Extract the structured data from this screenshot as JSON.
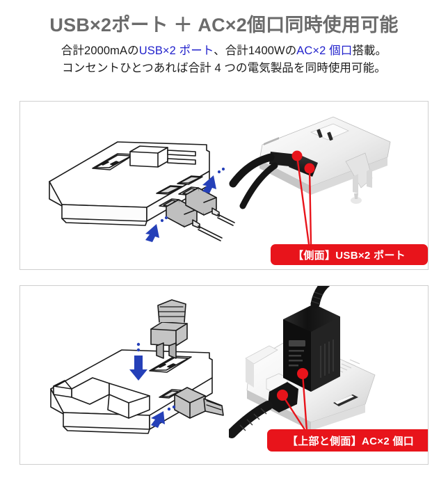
{
  "header": {
    "main_title": "USB×2ポート ＋ AC×2個口同時使用可能",
    "subtitle_line1_part1": "合計2000mAの",
    "subtitle_line1_accent1": "USB×2 ポート",
    "subtitle_line1_part2": "、合計1400Wの",
    "subtitle_line1_accent2": "AC×2 個口",
    "subtitle_line1_part3": "搭載。",
    "subtitle_line2": "コンセントひとつあれば合計 4 つの電気製品を同時使用可能。"
  },
  "colors": {
    "title_gray": "#6b6b6b",
    "accent_blue": "#2222cc",
    "callout_red": "#e8141b",
    "arrow_blue": "#2540b8",
    "panel_border": "#cfcfcf",
    "line_art": "#1a1a1a",
    "photo_device_white": "#f2f2f2",
    "photo_cable_black": "#141414"
  },
  "panels": [
    {
      "id": "panel-1",
      "name": "usb-ports-panel",
      "illustration_alt": "USB×2ポート付き電源タップの線画イラスト、USBケーブル2本を側面に差し込む矢印付き",
      "photo_alt": "電源タップ側面のUSBポートにUSBケーブルを接続した製品写真",
      "arrows": [
        "上向き左矢印",
        "上向き左矢印"
      ],
      "callout": {
        "text": "【側面】USB×2 ポート",
        "dots": 2
      }
    },
    {
      "id": "panel-2",
      "name": "ac-outlets-panel",
      "illustration_alt": "AC×2個口付き電源タップの線画イラスト、上部と側面にACプラグを差し込む矢印付き",
      "photo_alt": "電源タップ上部にACアダプタ、側面にACプラグを接続した製品写真",
      "arrows": [
        "下向き矢印",
        "左向き矢印"
      ],
      "callout": {
        "text": "【上部と側面】AC×2 個口",
        "dots": 2
      }
    }
  ]
}
